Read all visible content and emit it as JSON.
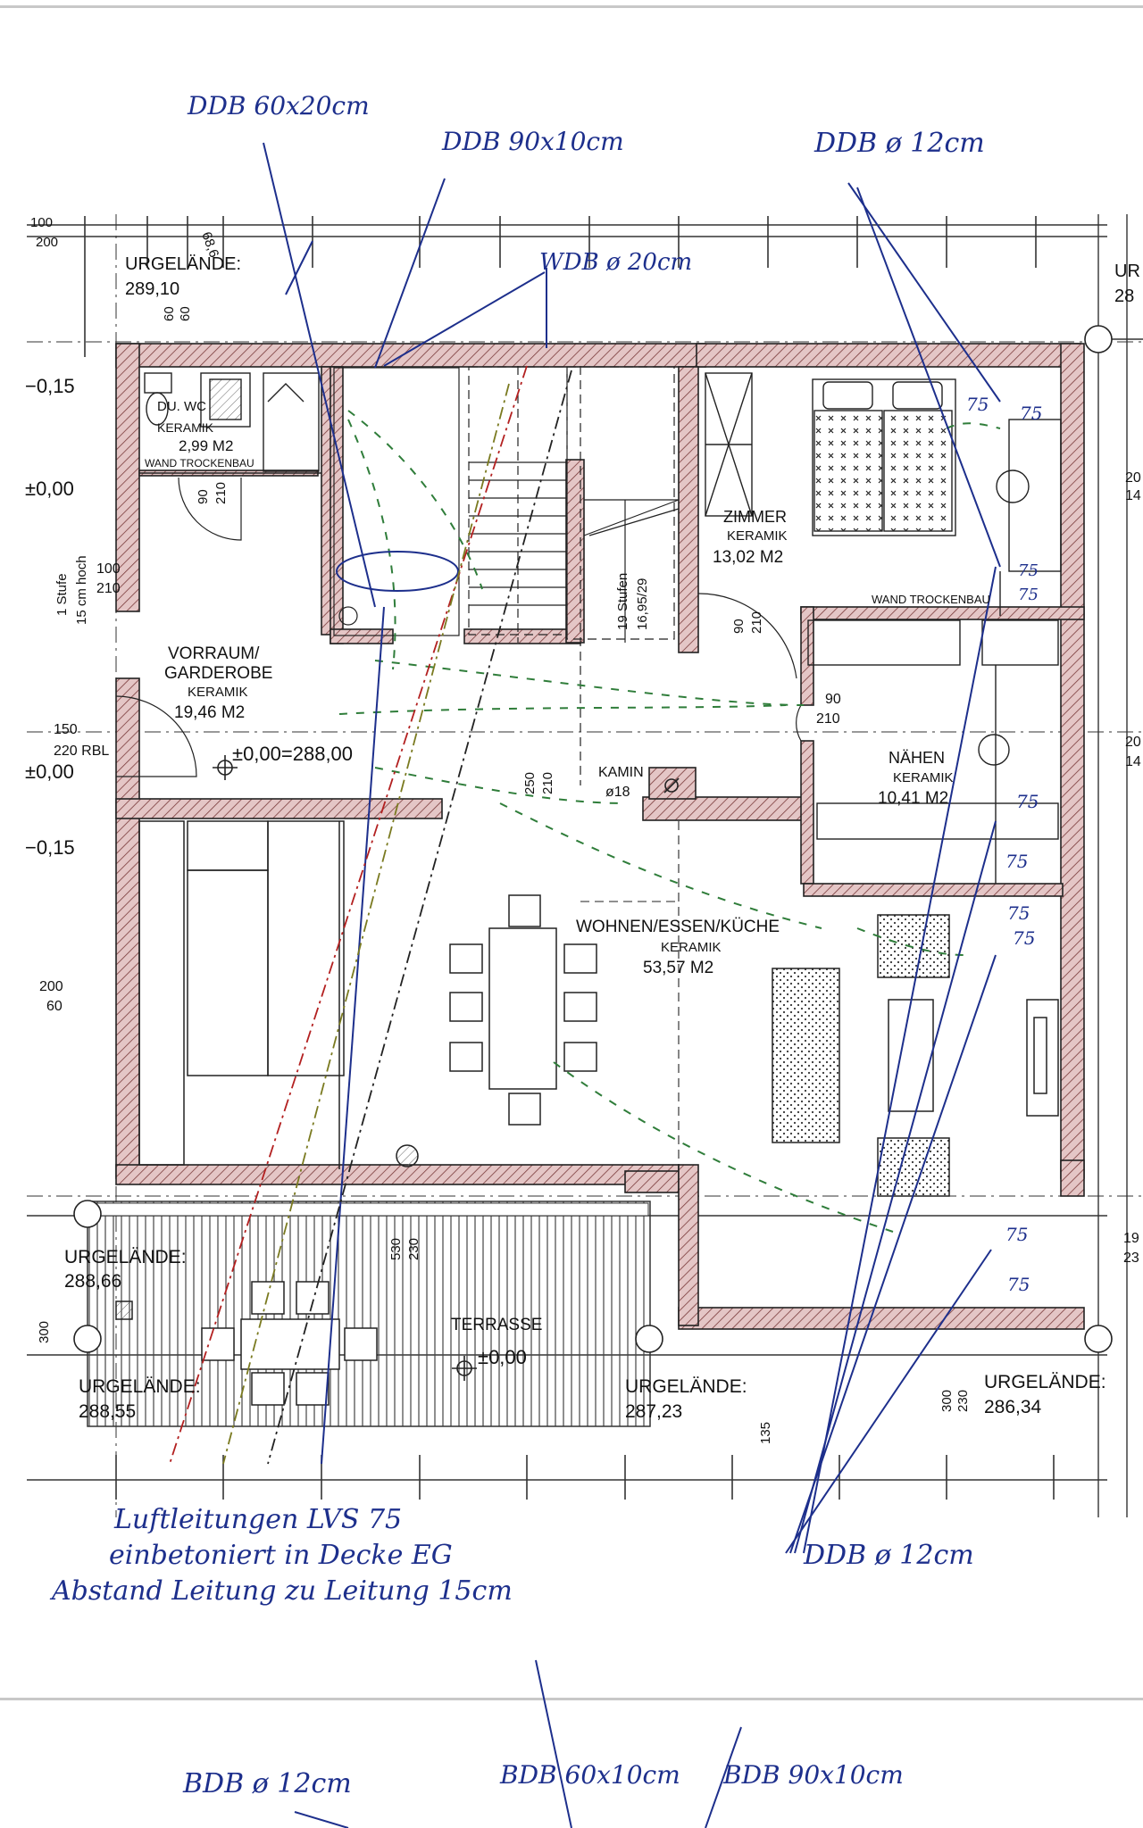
{
  "handwritten": {
    "top_1": "DDB 60x20cm",
    "top_2": "DDB 90x10cm",
    "top_3": "DDB ø 12cm",
    "top_4": "WDB ø 20cm",
    "marks_75": [
      "75",
      "75",
      "75",
      "75",
      "75",
      "75",
      "75",
      "75",
      "75",
      "75"
    ],
    "bottom_note_1": "Luftleitungen LVS 75",
    "bottom_note_2": "einbetoniert in Decke EG",
    "bottom_note_3": "Abstand Leitung zu Leitung 15cm",
    "bottom_right": "DDB ø 12cm",
    "footer_1": "BDB ø 12cm",
    "footer_2": "BDB 60x10cm",
    "footer_3": "BDB 90x10cm"
  },
  "rooms": {
    "dusche_wc": {
      "name": "DU. WC",
      "material": "KERAMIK",
      "area": "2,99 M2",
      "note": "WAND TROCKENBAU"
    },
    "vorraum": {
      "name_1": "VORRAUM/",
      "name_2": "GARDEROBE",
      "material": "KERAMIK",
      "area": "19,46 M2"
    },
    "zimmer": {
      "name": "ZIMMER",
      "material": "KERAMIK",
      "area": "13,02 M2"
    },
    "naehen": {
      "name": "NÄHEN",
      "material": "KERAMIK",
      "area": "10,41 M2"
    },
    "wohnen": {
      "name": "WOHNEN/ESSEN/KÜCHE",
      "material": "KERAMIK",
      "area": "53,57 M2"
    },
    "terrasse": {
      "name": "TERRASSE",
      "level": "±0,00"
    }
  },
  "labels": {
    "urgelaende": "URGELÄNDE:",
    "urgelaende_top": "289,10",
    "urgelaende_left": "288,66",
    "urgelaende_bl": "288,55",
    "urgelaende_bm": "287,23",
    "urgelaende_br": "286,34",
    "ur_right": "UR",
    "ur_right_val": "28",
    "level_main": "±0,00=288,00",
    "lvl_m015": "−0,15",
    "lvl_000": "±0,00",
    "wand_trockenbau": "WAND TROCKENBAU",
    "kamin": "KAMIN",
    "kamin_size": "ø18",
    "stairs": "19 Stufen",
    "stairs_dim": "16,95/29",
    "stufe_1": "1 Stufe",
    "stufe_2": "15 cm hoch",
    "dims": {
      "d100": "100",
      "d200": "200",
      "d150": "150",
      "d220": "220 RBL",
      "d200b": "200",
      "d60": "60",
      "d300": "300",
      "d90": "90",
      "d210": "210",
      "d250": "250",
      "d530": "530",
      "d230": "230",
      "d135": "135",
      "d90b": "90",
      "d210b": "210",
      "d20": "20",
      "d14": "14",
      "d19": "19",
      "d23": "23",
      "d60a": "60",
      "d60b": "60",
      "d686": "68,6",
      "d300b": "300",
      "d230b": "230",
      "d100a": "100",
      "d200a": "200"
    }
  },
  "colors": {
    "wall_fill": "#ddbcbc",
    "wall_stroke": "#222222",
    "hand_blue": "#1d2f8c",
    "hand_green": "#2f7d3a",
    "hand_red": "#b32020"
  }
}
